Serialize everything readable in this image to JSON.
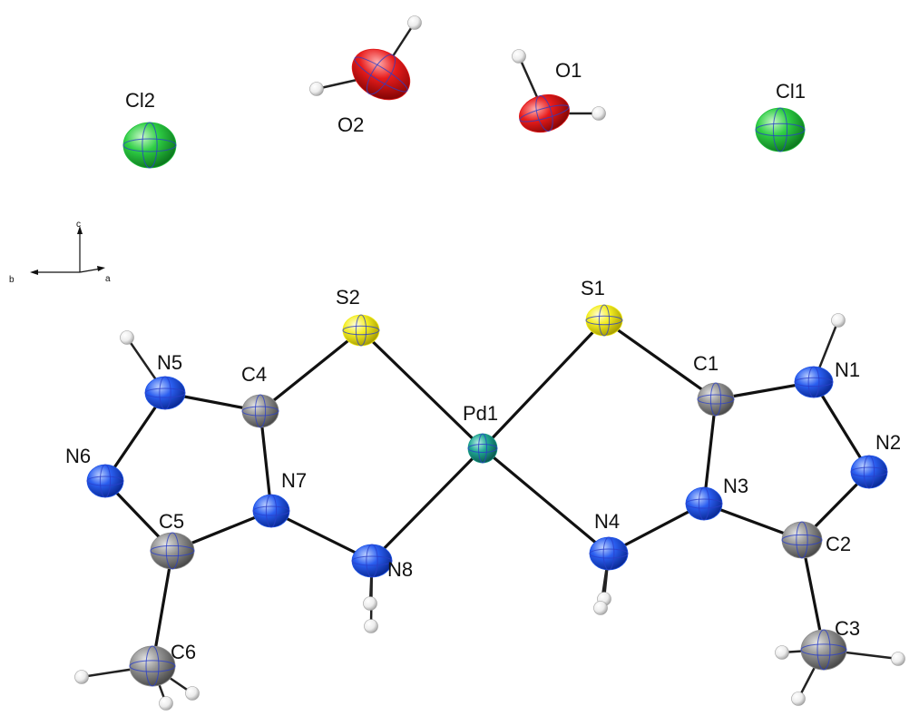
{
  "atoms": [
    {
      "id": "Cl2",
      "label": "Cl2",
      "element": "Cl"
    },
    {
      "id": "O2",
      "label": "O2",
      "element": "O"
    },
    {
      "id": "O1",
      "label": "O1",
      "element": "O"
    },
    {
      "id": "Cl1",
      "label": "Cl1",
      "element": "Cl"
    },
    {
      "id": "S2",
      "label": "S2",
      "element": "S"
    },
    {
      "id": "S1",
      "label": "S1",
      "element": "S"
    },
    {
      "id": "Pd1",
      "label": "Pd1",
      "element": "Pd"
    },
    {
      "id": "C4",
      "label": "C4",
      "element": "C"
    },
    {
      "id": "C1",
      "label": "C1",
      "element": "C"
    },
    {
      "id": "N5",
      "label": "N5",
      "element": "N"
    },
    {
      "id": "N1",
      "label": "N1",
      "element": "N"
    },
    {
      "id": "N6",
      "label": "N6",
      "element": "N"
    },
    {
      "id": "N2",
      "label": "N2",
      "element": "N"
    },
    {
      "id": "N7",
      "label": "N7",
      "element": "N"
    },
    {
      "id": "N3",
      "label": "N3",
      "element": "N"
    },
    {
      "id": "C5",
      "label": "C5",
      "element": "C"
    },
    {
      "id": "C2",
      "label": "C2",
      "element": "C"
    },
    {
      "id": "N8",
      "label": "N8",
      "element": "N"
    },
    {
      "id": "N4",
      "label": "N4",
      "element": "N"
    },
    {
      "id": "C6",
      "label": "C6",
      "element": "C"
    },
    {
      "id": "C3",
      "label": "C3",
      "element": "C"
    }
  ],
  "bonds": [
    [
      "S2",
      "Pd1"
    ],
    [
      "S1",
      "Pd1"
    ],
    [
      "Pd1",
      "N8"
    ],
    [
      "Pd1",
      "N4"
    ],
    [
      "S2",
      "C4"
    ],
    [
      "S1",
      "C1"
    ],
    [
      "C4",
      "N5"
    ],
    [
      "N5",
      "N6"
    ],
    [
      "N6",
      "C5"
    ],
    [
      "C5",
      "N7"
    ],
    [
      "N7",
      "C4"
    ],
    [
      "N7",
      "N8"
    ],
    [
      "C5",
      "C6"
    ],
    [
      "C1",
      "N1"
    ],
    [
      "N1",
      "N2"
    ],
    [
      "N2",
      "C2"
    ],
    [
      "C2",
      "N3"
    ],
    [
      "N3",
      "C1"
    ],
    [
      "N3",
      "N4"
    ],
    [
      "C2",
      "C3"
    ]
  ],
  "element_colors": {
    "Cl": "#1fbf3a",
    "O": "#e01818",
    "S": "#f2ec1a",
    "Pd": "#1a9a88",
    "C": "#8c8c8c",
    "N": "#1f55e6",
    "H": "#e4e4e4"
  },
  "axes": {
    "c": "c",
    "b": "b",
    "a": "a"
  }
}
